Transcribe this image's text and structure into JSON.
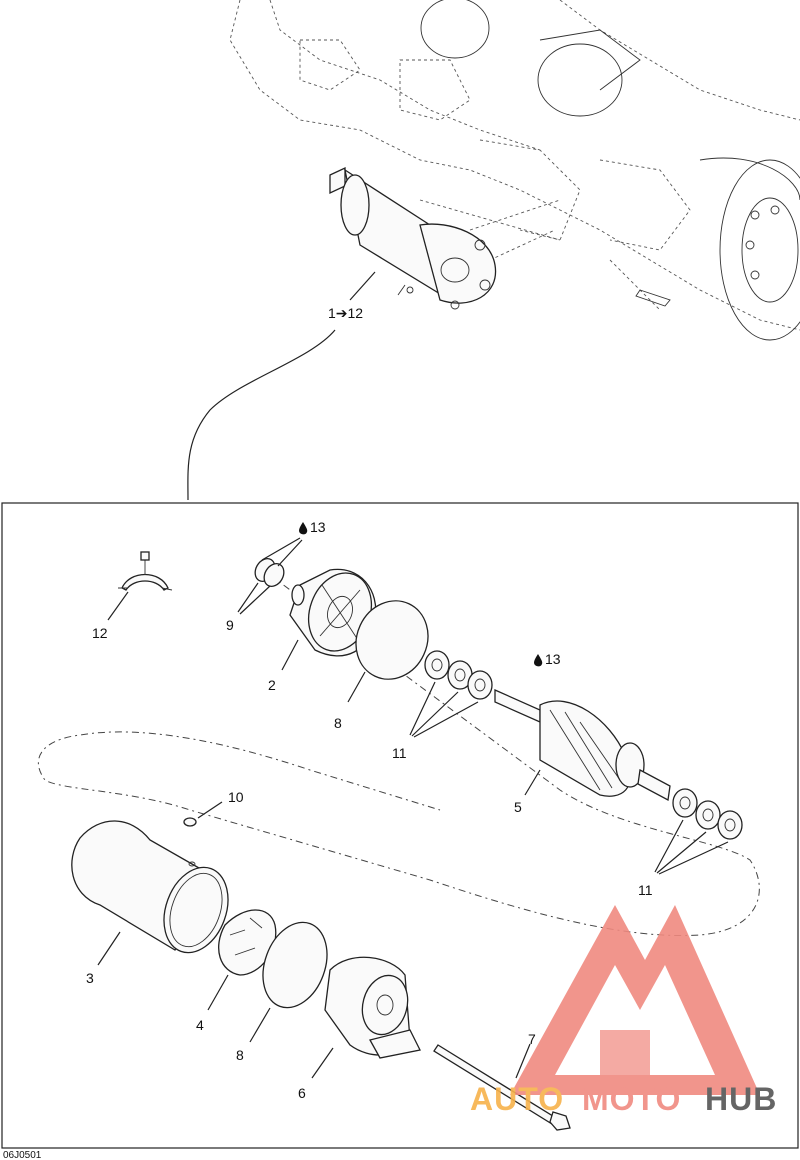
{
  "diagram": {
    "assembly_label": "1➔12",
    "part_labels": {
      "p2": "2",
      "p3": "3",
      "p4": "4",
      "p5": "5",
      "p6": "6",
      "p7": "7",
      "p8a": "8",
      "p8b": "8",
      "p9": "9",
      "p10": "10",
      "p11a": "11",
      "p11b": "11",
      "p12": "12"
    },
    "lubricant_labels": {
      "a": "13",
      "b": "13"
    },
    "drawing_code": "06J0501"
  },
  "watermark": {
    "text_auto": "AUTO",
    "text_moto": "MOTO",
    "text_hub": "HUB",
    "colors": {
      "auto": "#f7b24b",
      "moto": "#f08a80",
      "hub": "#555555",
      "triangle": "#f08a80"
    }
  },
  "icons": {
    "lubricant": "oil-drop-icon"
  }
}
